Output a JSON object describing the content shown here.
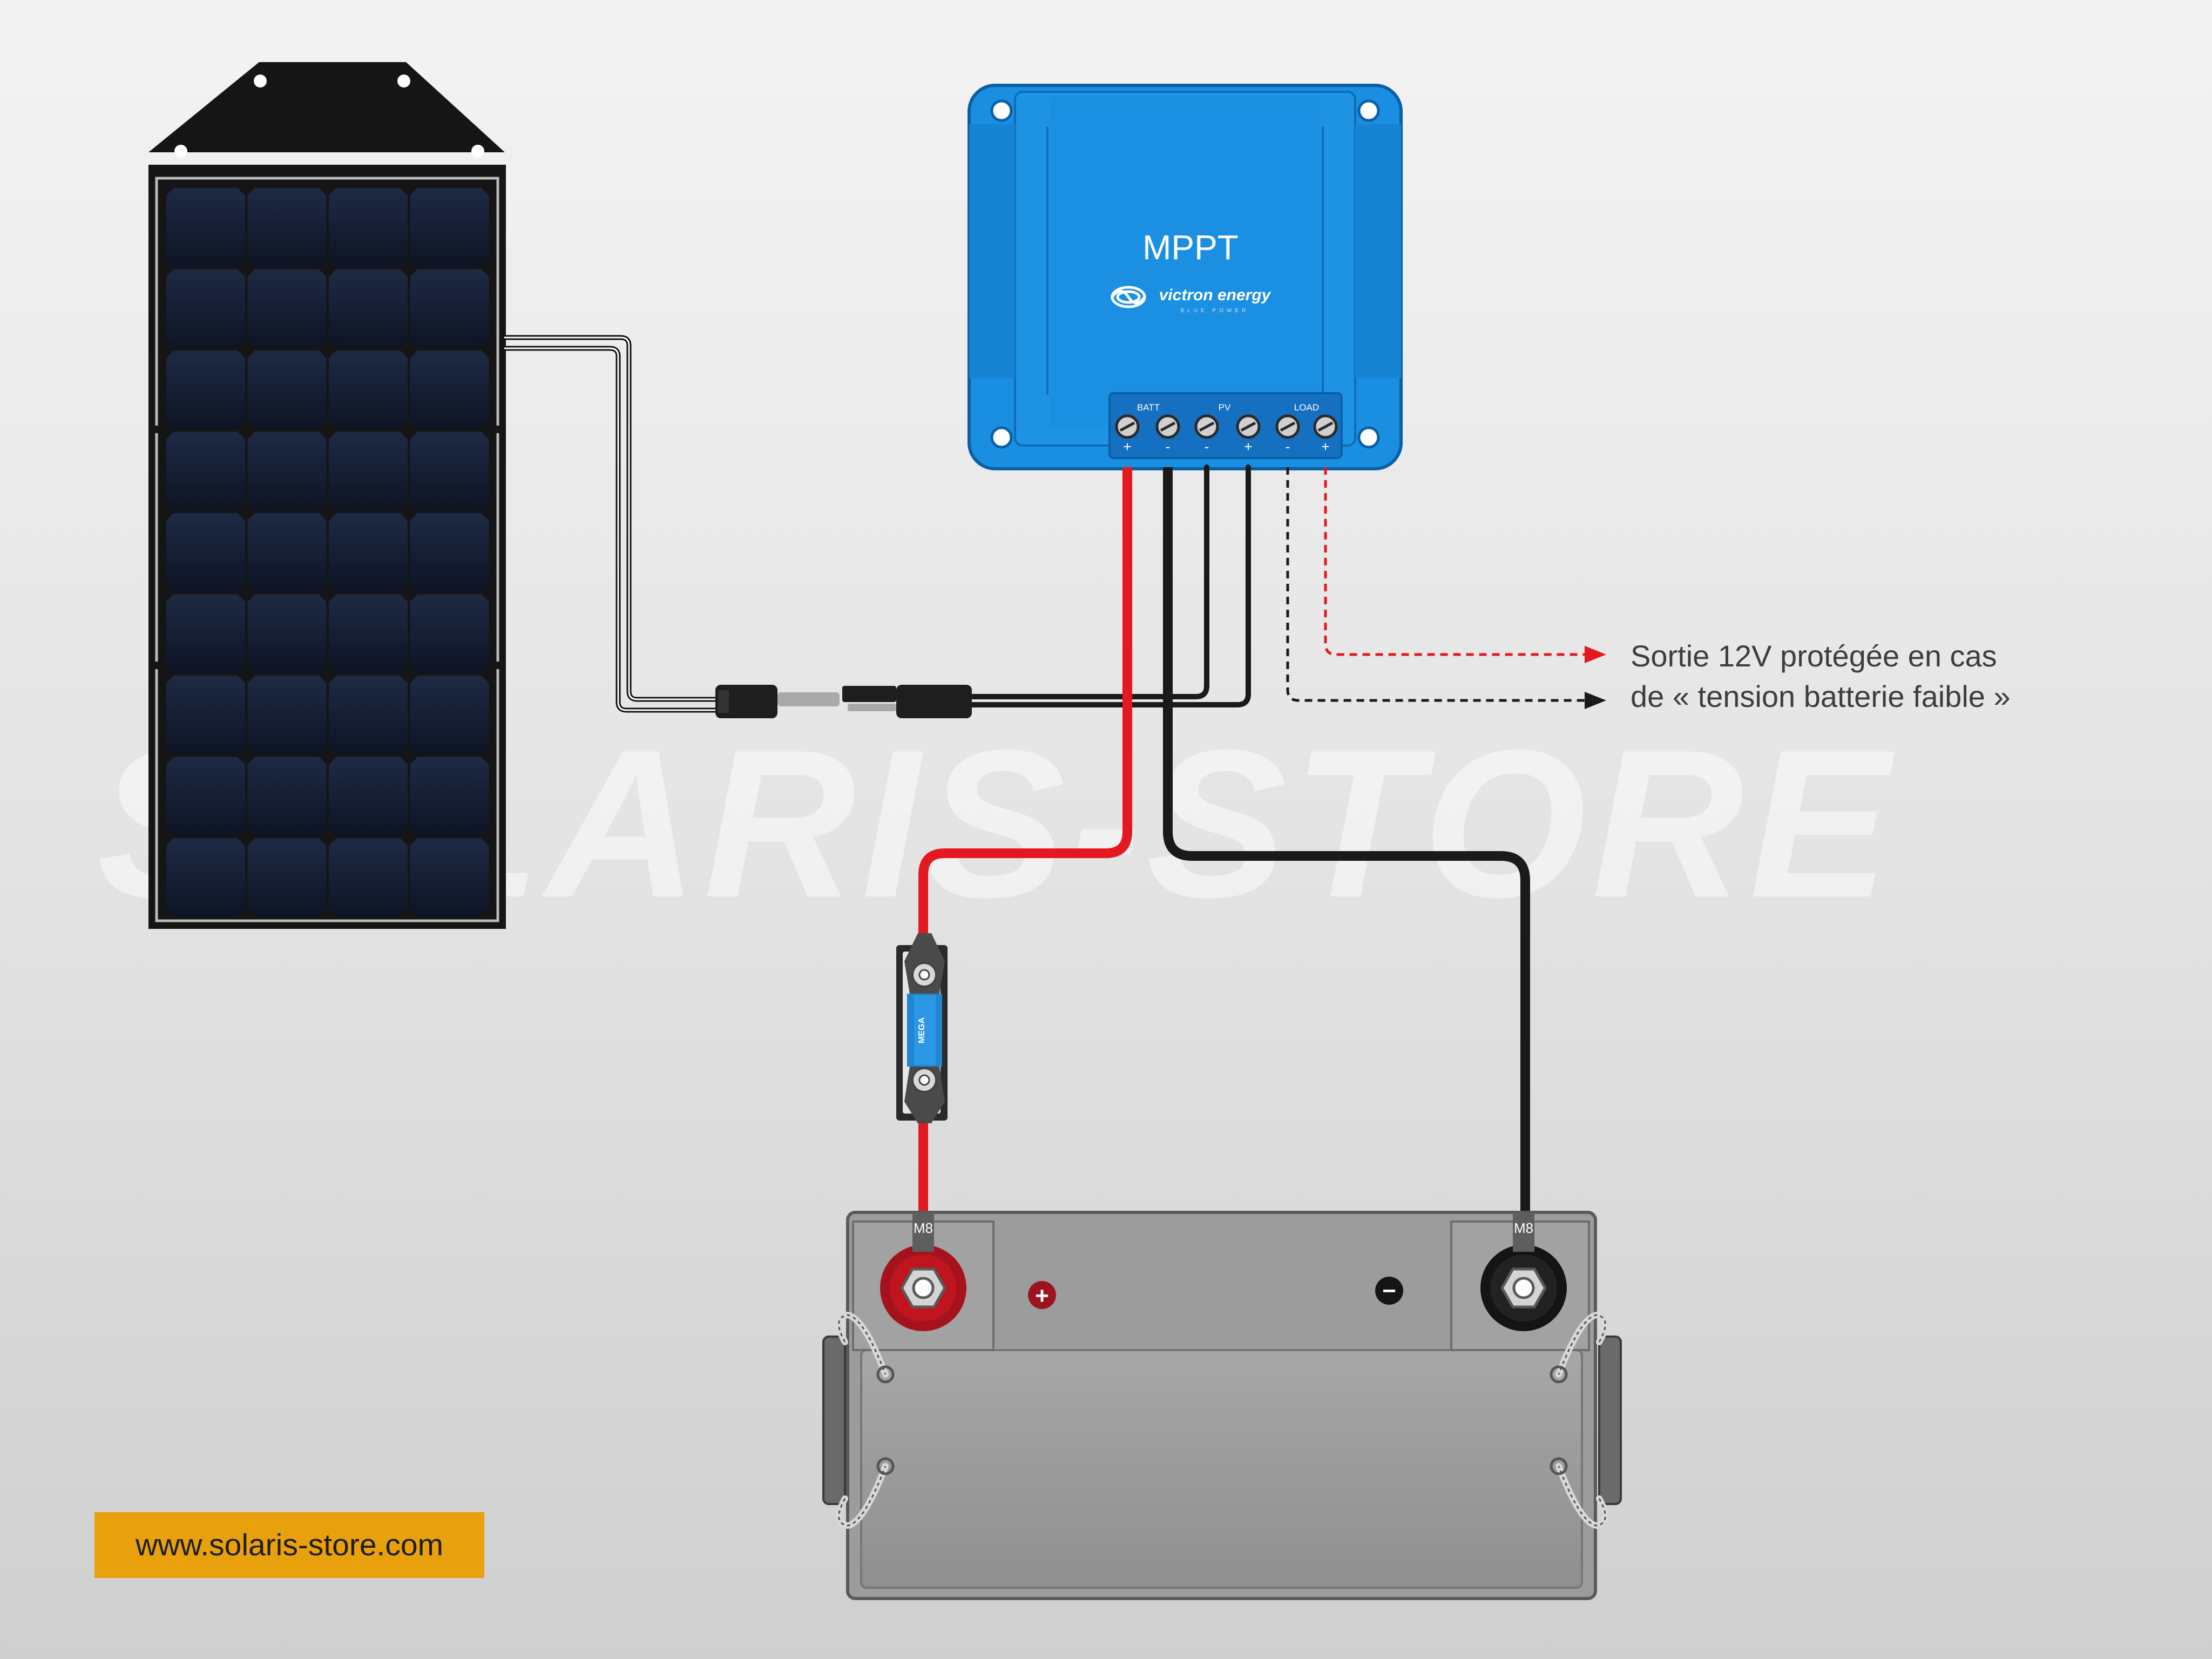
{
  "watermark": "SOLARIS-STORE",
  "controller": {
    "title": "MPPT",
    "brand": "victron energy",
    "brand_tagline": "BLUE POWER",
    "terminal_groups": [
      "BATT",
      "PV",
      "LOAD"
    ],
    "terminal_polarity": [
      "+",
      "-",
      "-",
      "+",
      "-",
      "+"
    ]
  },
  "fuse": {
    "label": "MEGA"
  },
  "battery": {
    "positive_stud": "M8",
    "negative_stud": "M8",
    "positive_symbol": "+",
    "negative_symbol": "−"
  },
  "load_output_note": {
    "line1": "Sortie 12V protégée en cas",
    "line2": "de « tension batterie faible »"
  },
  "website": "www.solaris-store.com",
  "colors": {
    "controller_blue": "#1a8ee0",
    "positive_wire": "#e3191f",
    "negative_wire": "#1a1a1a",
    "badge": "#e8a10c"
  }
}
